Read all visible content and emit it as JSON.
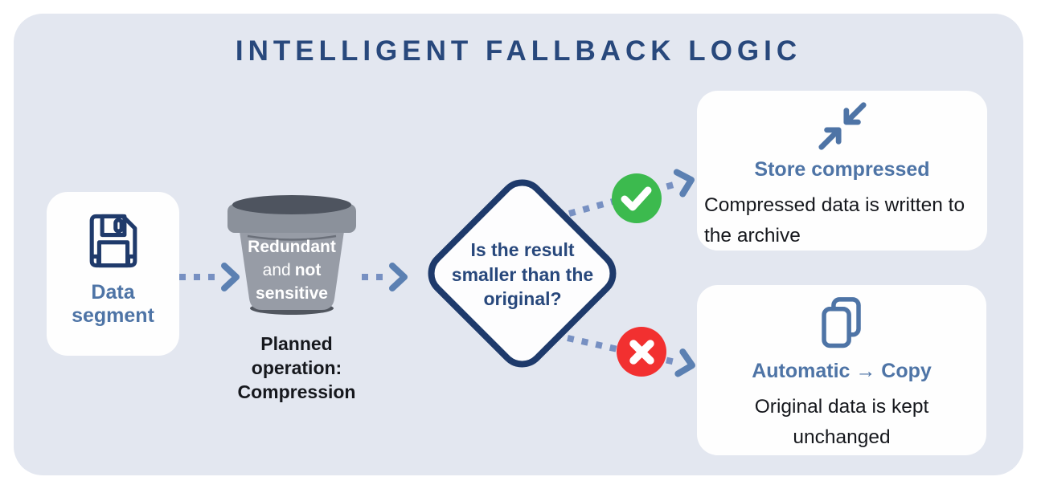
{
  "title": "INTELLIGENT FALLBACK LOGIC",
  "colors": {
    "navy": "#28487C",
    "diamond_border": "#1E3A6B",
    "steel_blue": "#4E74A6",
    "arrow_dot": "#7790C2",
    "arrow_head": "#5B80B2",
    "green": "#3CBA4E",
    "red": "#F23030",
    "panel_bg": "#E3E7F0",
    "card_bg": "#FEFEFE",
    "bucket_body": "#979CA6",
    "bucket_lid": "#8B919B",
    "bucket_rim": "#4E545F",
    "text_black": "#16181D"
  },
  "data_segment": {
    "icon": "floppy-disk-icon",
    "lines": [
      "Data",
      "segment"
    ]
  },
  "bucket": {
    "line1": "Redundant",
    "line2_regular": "and",
    "line2_bold": "not",
    "line3": "sensitive"
  },
  "planned_operation": {
    "lines": [
      "Planned",
      "operation:",
      "Compression"
    ]
  },
  "decision": {
    "lines": [
      "Is the result",
      "smaller than the",
      "original?"
    ]
  },
  "yes_branch": {
    "badge": "check-icon",
    "icon": "compress-arrows-icon",
    "title": "Store compressed",
    "description_lines": [
      "Compressed data is written to",
      "the archive"
    ]
  },
  "no_branch": {
    "badge": "cross-icon",
    "icon": "copy-icon",
    "title": "Automatic → Copy",
    "description_lines": [
      "Original data is kept",
      "unchanged"
    ]
  }
}
